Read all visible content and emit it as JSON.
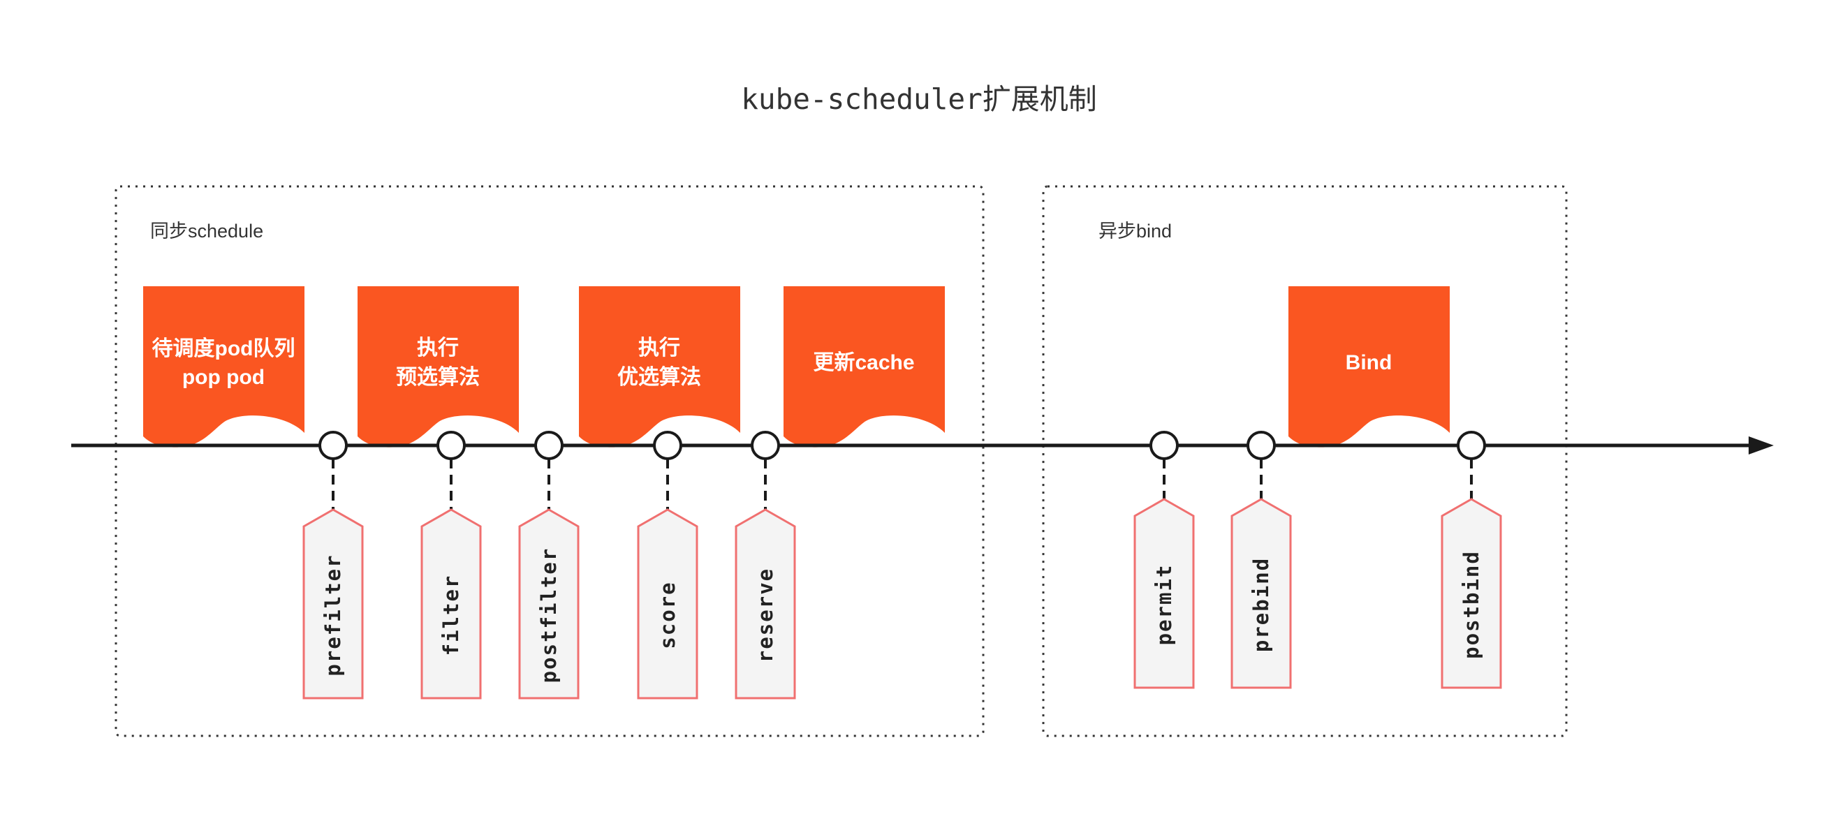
{
  "title": "kube-scheduler扩展机制",
  "colors": {
    "banner": "#fa5621",
    "tag_border": "#f07070",
    "tag_fill": "#f4f4f4",
    "line": "#1a1a1a",
    "frame": "#333333"
  },
  "groups": [
    {
      "label": "同步schedule"
    },
    {
      "label": "异步bind"
    }
  ],
  "banners": [
    {
      "lines": [
        "待调度pod队列",
        "pop pod"
      ]
    },
    {
      "lines": [
        "执行",
        "预选算法"
      ]
    },
    {
      "lines": [
        "执行",
        "优选算法"
      ]
    },
    {
      "lines": [
        "更新cache"
      ]
    },
    {
      "lines": [
        "Bind"
      ]
    }
  ],
  "extension_points": [
    {
      "label": "prefilter"
    },
    {
      "label": "filter"
    },
    {
      "label": "postfilter"
    },
    {
      "label": "score"
    },
    {
      "label": "reserve"
    },
    {
      "label": "permit"
    },
    {
      "label": "prebind"
    },
    {
      "label": "postbind"
    }
  ]
}
